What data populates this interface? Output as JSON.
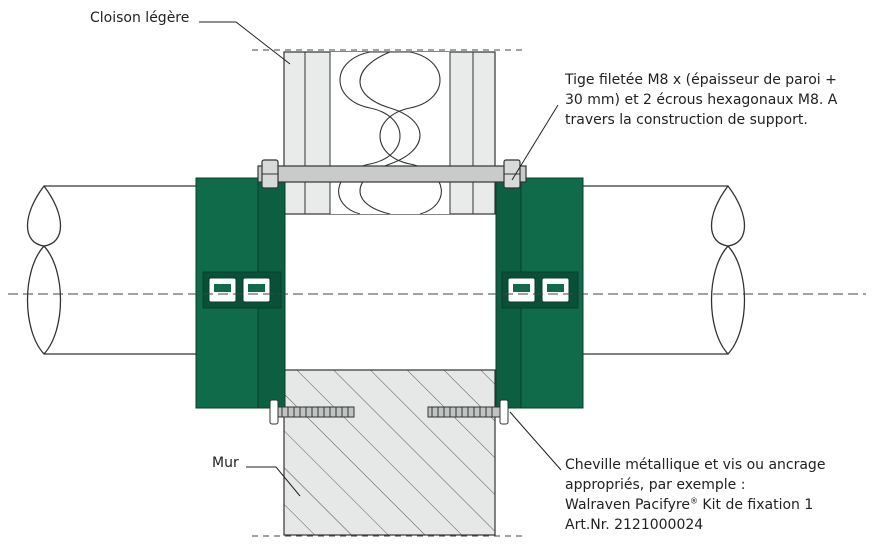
{
  "labels": {
    "cloison": "Cloison légère",
    "tige": {
      "line1": "Tige filetée M8 x (épaisseur de paroi +",
      "line2": "30 mm) et 2 écrous hexagonaux M8. A",
      "line3": "travers la construction de support."
    },
    "mur": "Mur",
    "cheville": {
      "line1": "Cheville métallique et vis ou ancrage",
      "line2": "appropriés, par exemple :",
      "line3_brand": "Walraven Pacifyre",
      "line3_reg": "®",
      "line3_rest": " Kit de fixation 1",
      "line4": "Art.Nr. 2121000024"
    }
  },
  "colors": {
    "collar_green": "#0f6b4a",
    "collar_dark": "#083f2c",
    "wall_board": "#e8ebea",
    "masonry_fill": "#e6e8e7",
    "rod_grey": "#c8cbca",
    "line": "#333333"
  }
}
